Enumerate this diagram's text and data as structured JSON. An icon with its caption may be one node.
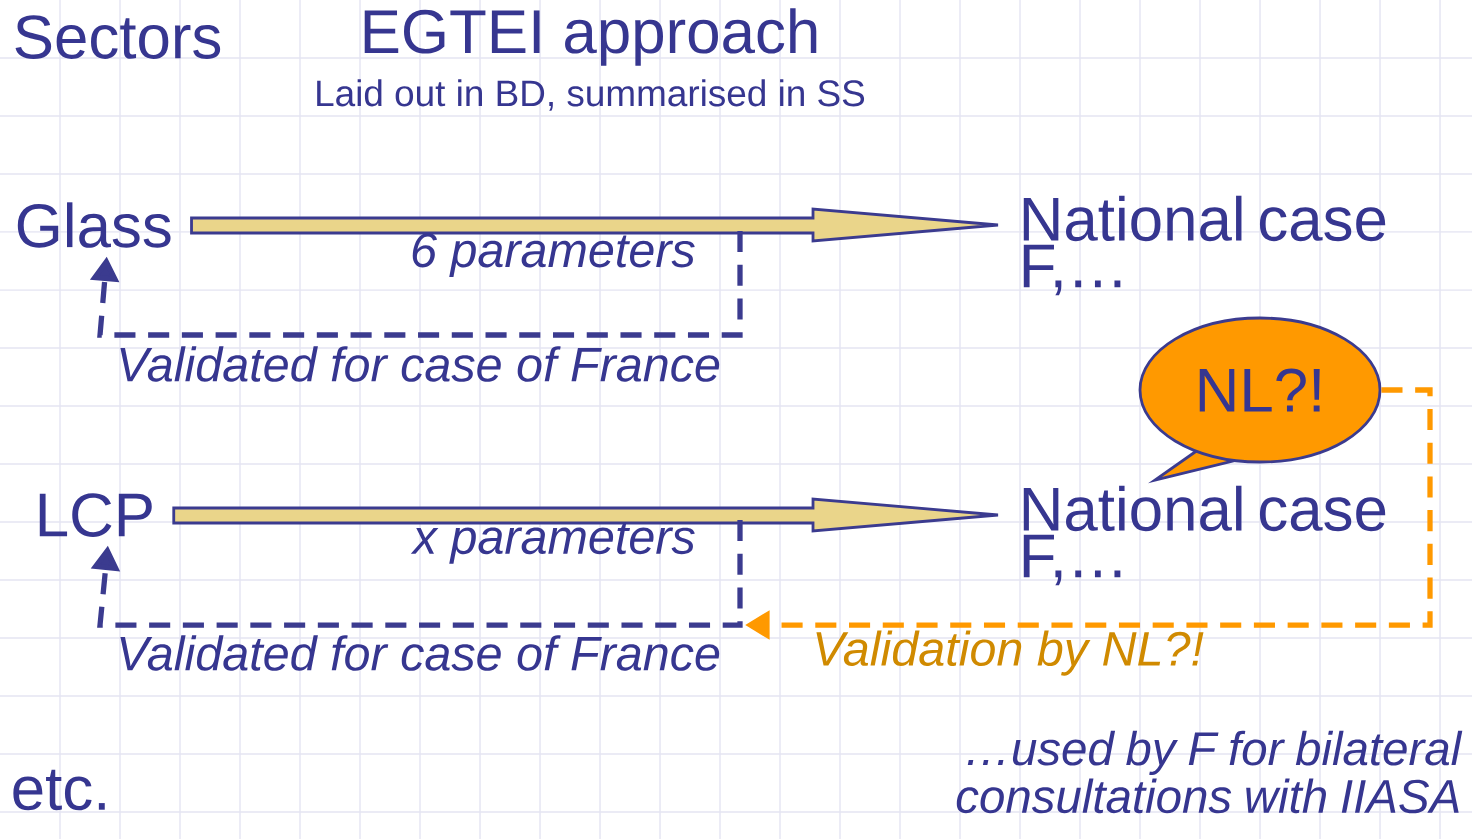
{
  "diagram": {
    "title": "EGTEI approach",
    "nodes": [
      {
        "text": [
          "Glass"
        ]
      },
      {
        "text": [
          "National case F,…"
        ]
      },
      {
        "text": [
          "LCP"
        ]
      },
      {
        "text": [
          "National case F,…"
        ]
      },
      {
        "text": [
          "NL?!"
        ]
      }
    ],
    "edges": [
      {
        "from": 0,
        "to": 1,
        "arrow": "to",
        "label": "6 parameters"
      },
      {
        "from": null,
        "to": 0,
        "arrow": "to",
        "label": "Validated for case of France",
        "style": "dashed"
      },
      {
        "from": 2,
        "to": 3,
        "arrow": "to",
        "label": "x parameters"
      },
      {
        "from": null,
        "to": 2,
        "arrow": "to",
        "label": "Validated for case of France",
        "style": "dashed"
      },
      {
        "from": 4,
        "to": null,
        "arrow": "to",
        "label": "Validation by NL?!",
        "style": "dashed",
        "color": "#ff9900"
      }
    ],
    "labels": [
      "Sectors",
      "Laid out in BD, summarised in SS",
      "etc.",
      "…used by F for bilateral consultations with IIASA"
    ]
  }
}
